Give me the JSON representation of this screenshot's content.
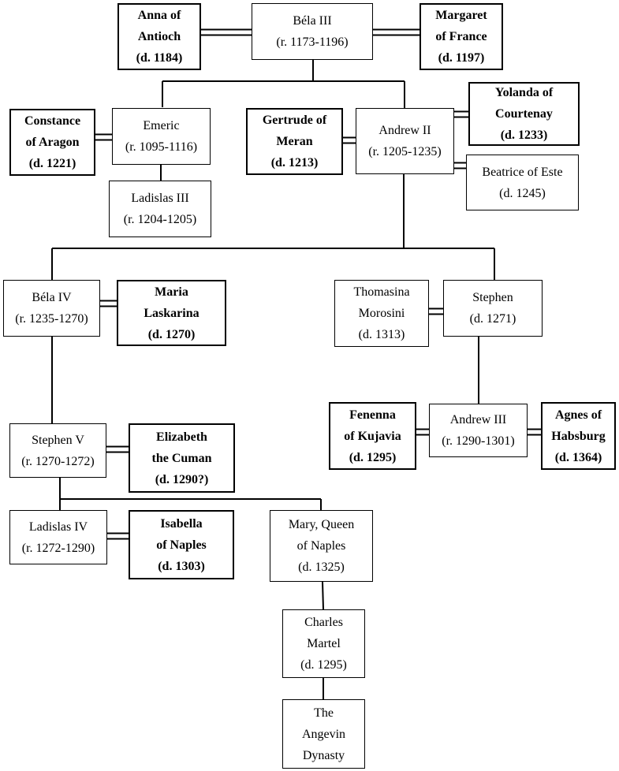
{
  "colors": {
    "line": "#000000",
    "box_border": "#000000",
    "background": "#ffffff"
  },
  "family_tree": {
    "bela3": {
      "lines": [
        "Béla III",
        "(r. 1173-1196)"
      ]
    },
    "anna": {
      "lines": [
        "Anna of",
        "Antioch",
        "(d. 1184)"
      ]
    },
    "margaret": {
      "lines": [
        "Margaret",
        "of France",
        "(d. 1197)"
      ]
    },
    "emeric": {
      "lines": [
        "Emeric",
        "(r. 1095-1116)"
      ]
    },
    "constance": {
      "lines": [
        "Constance",
        "of Aragon",
        "(d. 1221)"
      ]
    },
    "ladislas3": {
      "lines": [
        "Ladislas III",
        "(r. 1204-1205)"
      ]
    },
    "andrew2": {
      "lines": [
        "Andrew II",
        "(r. 1205-1235)"
      ]
    },
    "gertrude": {
      "lines": [
        "Gertrude of",
        "Meran",
        "(d. 1213)"
      ]
    },
    "yolanda": {
      "lines": [
        "Yolanda of",
        "Courtenay",
        "(d. 1233)"
      ]
    },
    "beatrice": {
      "lines": [
        "Beatrice of Este",
        "(d. 1245)"
      ]
    },
    "bela4": {
      "lines": [
        "Béla IV",
        "(r. 1235-1270)"
      ]
    },
    "maria": {
      "lines": [
        "Maria",
        "Laskarina",
        "(d. 1270)"
      ]
    },
    "thomasina": {
      "lines": [
        "Thomasina",
        "Morosini",
        "(d. 1313)"
      ]
    },
    "stephen": {
      "lines": [
        "Stephen",
        "(d. 1271)"
      ]
    },
    "stephen5": {
      "lines": [
        "Stephen V",
        "(r. 1270-1272)"
      ]
    },
    "elizabeth": {
      "lines": [
        "Elizabeth",
        "the Cuman",
        "(d. 1290?)"
      ]
    },
    "fenenna": {
      "lines": [
        "Fenenna",
        "of Kujavia",
        "(d. 1295)"
      ]
    },
    "andrew3": {
      "lines": [
        "Andrew III",
        "(r. 1290-1301)"
      ]
    },
    "agnes": {
      "lines": [
        "Agnes of",
        "Habsburg",
        "(d. 1364)"
      ]
    },
    "ladislas4": {
      "lines": [
        "Ladislas IV",
        "(r. 1272-1290)"
      ]
    },
    "isabella": {
      "lines": [
        "Isabella",
        "of Naples",
        "(d. 1303)"
      ]
    },
    "mary": {
      "lines": [
        "Mary, Queen",
        "of Naples",
        "(d. 1325)"
      ]
    },
    "charles": {
      "lines": [
        "Charles",
        "Martel",
        "(d. 1295)"
      ]
    },
    "angevin": {
      "lines": [
        "The",
        "Angevin",
        "Dynasty"
      ]
    }
  }
}
